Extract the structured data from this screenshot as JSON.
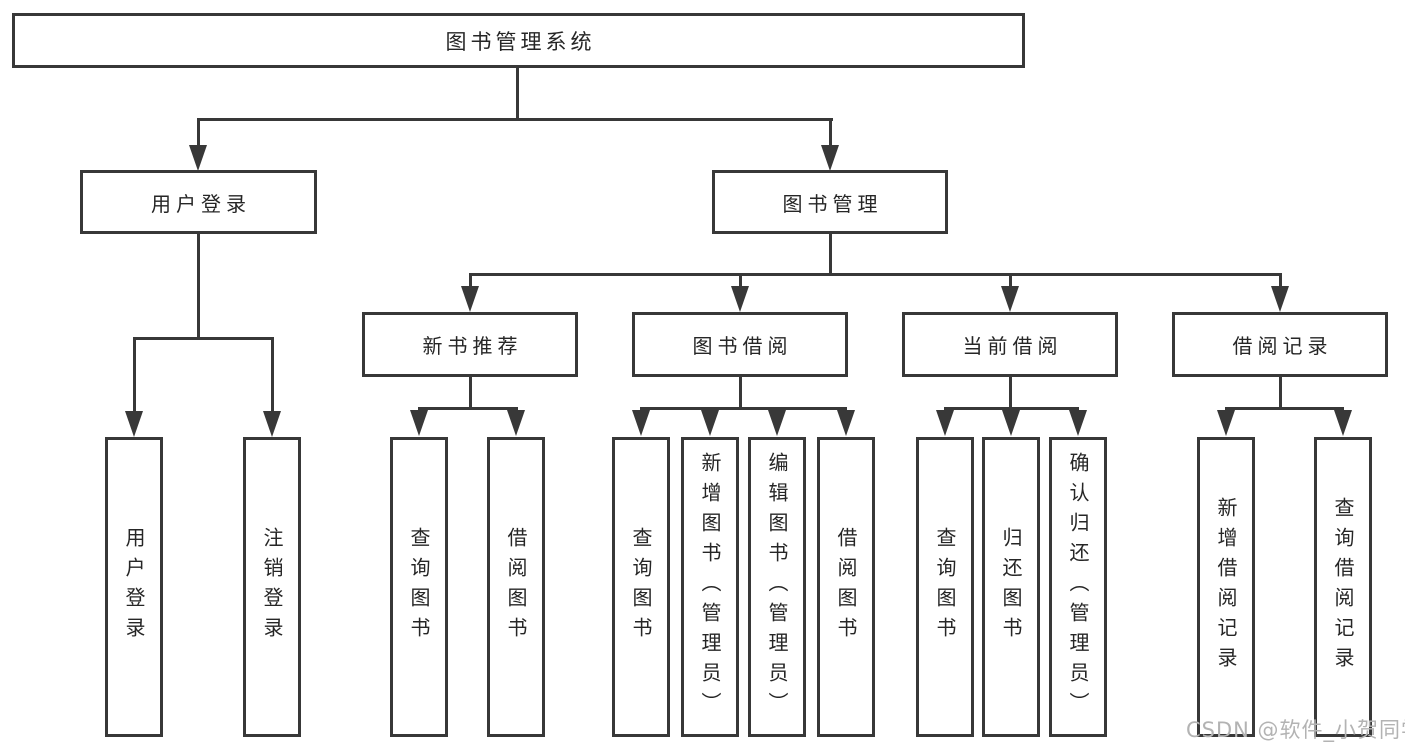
{
  "diagram": {
    "root": "图书管理系统",
    "level2": [
      "用户登录",
      "图书管理"
    ],
    "level3": [
      "新书推荐",
      "图书借阅",
      "当前借阅",
      "借阅记录"
    ],
    "leaves": {
      "user": [
        "用户登录",
        "注销登录"
      ],
      "recommend": [
        "查询图书",
        "借阅图书"
      ],
      "borrow": [
        "查询图书",
        "新增图书（管理员）",
        "编辑图书（管理员）",
        "借阅图书"
      ],
      "current": [
        "查询图书",
        "归还图书",
        "确认归还（管理员）"
      ],
      "records": [
        "新增借阅记录",
        "查询借阅记录"
      ]
    }
  },
  "watermark": "CSDN @软件_小贺同学",
  "colors": {
    "line": "#383838",
    "text": "#262626",
    "watermark": "#b3b3b3"
  }
}
